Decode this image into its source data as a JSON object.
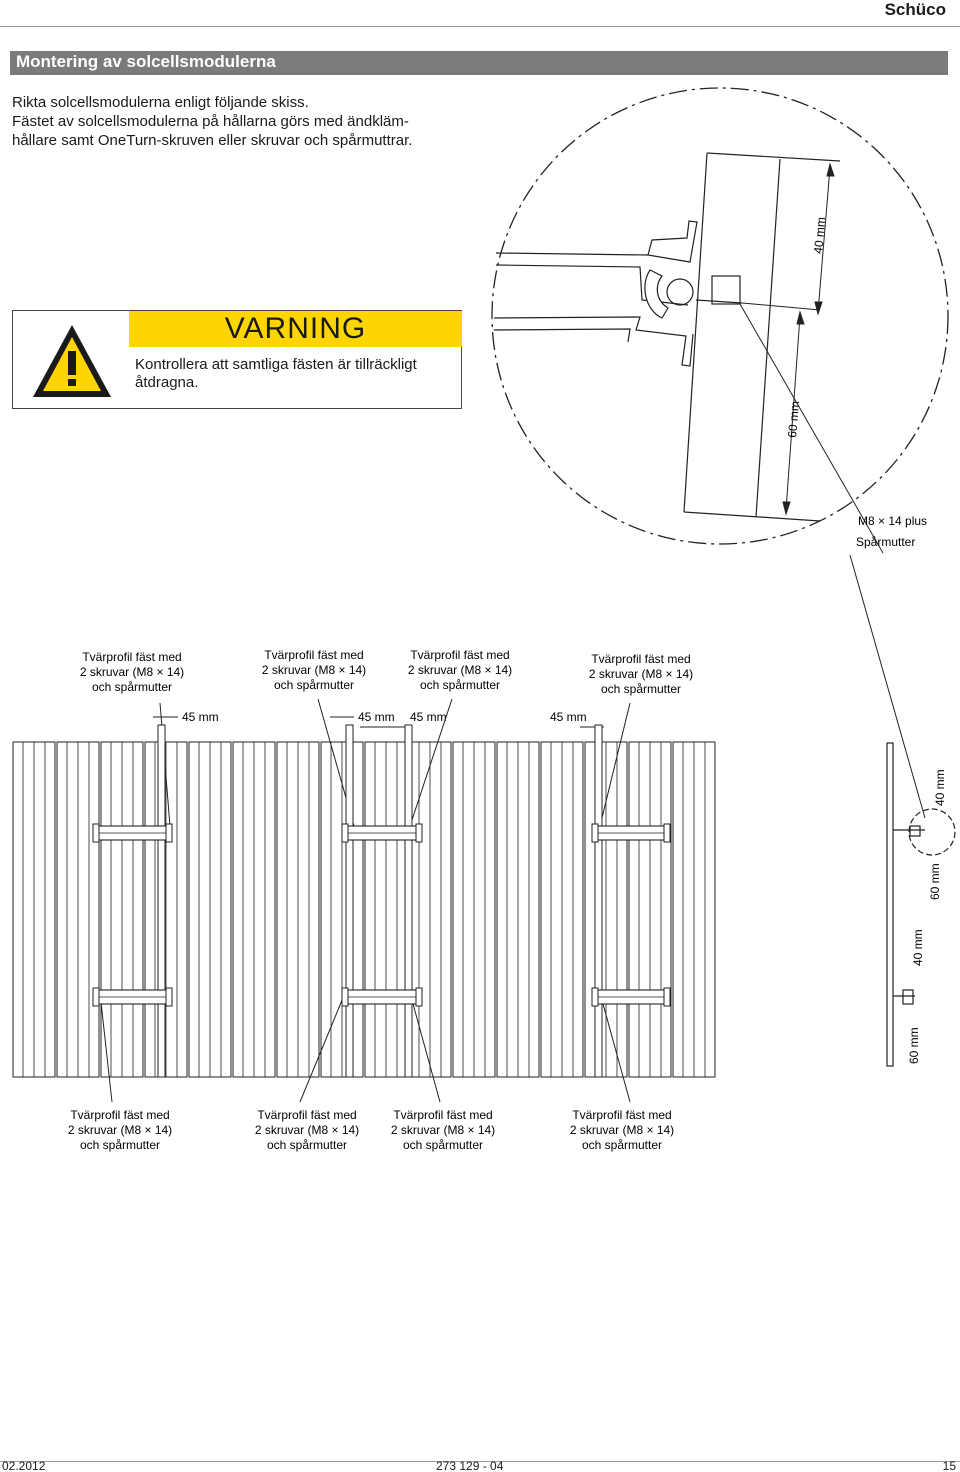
{
  "header": {
    "brand": "Schüco"
  },
  "section": {
    "title": "Montering av solcellsmodulerna"
  },
  "intro": {
    "line1": "Rikta solcellsmodulerna enligt följande skiss.",
    "line2": "Fästet av solcellsmodulerna på hållarna görs med ändkläm-",
    "line3": "hållare samt OneTurn-skruven eller skruvar och spårmuttrar."
  },
  "warning": {
    "title": "VARNING",
    "text": "Kontrollera att samtliga fästen är tillräckligt åtdragna.",
    "icon": "warning-triangle-icon",
    "color": "#ffd500"
  },
  "detail": {
    "dim_40": "40 mm",
    "dim_60": "60 mm",
    "screw_line1": "M8 × 14 plus",
    "screw_line2": "Spårmutter"
  },
  "callouts_top": [
    {
      "l1": "Tvärprofil fäst med",
      "l2": "2 skruvar (M8 × 14)",
      "l3": "och spårmutter"
    },
    {
      "l1": "Tvärprofil fäst med",
      "l2": "2 skruvar (M8 × 14)",
      "l3": "och spårmutter"
    },
    {
      "l1": "Tvärprofil fäst med",
      "l2": "2 skruvar (M8 × 14)",
      "l3": "och spårmutter"
    },
    {
      "l1": "Tvärprofil fäst med",
      "l2": "2 skruvar (M8 × 14)",
      "l3": "och spårmutter"
    }
  ],
  "callouts_bottom": [
    {
      "l1": "Tvärprofil fäst med",
      "l2": "2 skruvar (M8 × 14)",
      "l3": "och spårmutter"
    },
    {
      "l1": "Tvärprofil fäst med",
      "l2": "2 skruvar (M8 × 14)",
      "l3": "och spårmutter"
    },
    {
      "l1": "Tvärprofil fäst med",
      "l2": "2 skruvar (M8 × 14)",
      "l3": "och spårmutter"
    },
    {
      "l1": "Tvärprofil fäst med",
      "l2": "2 skruvar (M8 × 14)",
      "l3": "och spårmutter"
    }
  ],
  "spacing": [
    "45 mm",
    "45 mm",
    "45 mm",
    "45 mm"
  ],
  "side": {
    "dim_40a": "40 mm",
    "dim_60a": "60 mm",
    "dim_40b": "40 mm",
    "dim_60b": "60 mm"
  },
  "footer": {
    "date": "02.2012",
    "doc": "273 129 - 04",
    "page": "15"
  }
}
